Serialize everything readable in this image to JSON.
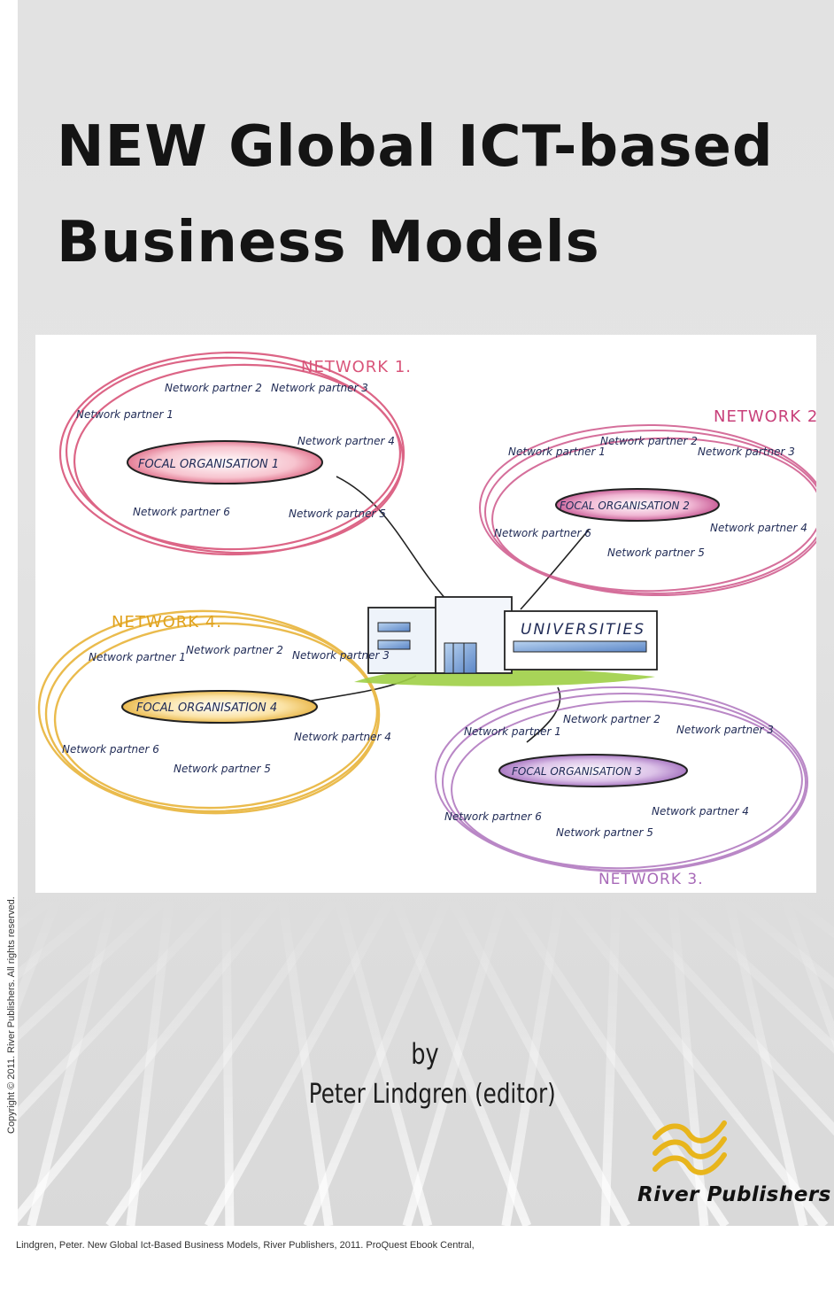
{
  "cover": {
    "title_lines": [
      "NEW Global ICT-based",
      "Business Models"
    ],
    "byline": "by",
    "editor": "Peter Lindgren (editor)",
    "publisher": "River Publishers"
  },
  "diagram": {
    "center_label": "UNIVERSITIES",
    "networks": [
      {
        "label": "NETWORK 1.",
        "color": "#d9557a",
        "focal": "FOCAL ORGANISATION 1",
        "partners": [
          "Network partner 1",
          "Network partner 2",
          "Network partner 3",
          "Network partner 4",
          "Network partner 5",
          "Network partner 6"
        ]
      },
      {
        "label": "NETWORK 2.",
        "color": "#c8407a",
        "focal": "FOCAL ORGANISATION 2",
        "partners": [
          "Network partner 1",
          "Network partner 2",
          "Network partner 3",
          "Network partner 4",
          "Network partner 5",
          "Network partner 6"
        ]
      },
      {
        "label": "NETWORK 3.",
        "color": "#a86ab8",
        "focal": "FOCAL ORGANISATION 3",
        "partners": [
          "Network partner 1",
          "Network partner 2",
          "Network partner 3",
          "Network partner 4",
          "Network partner 5",
          "Network partner 6"
        ]
      },
      {
        "label": "NETWORK 4.",
        "color": "#e8b43a",
        "focal": "FOCAL ORGANISATION 4",
        "partners": [
          "Network partner 1",
          "Network partner 2",
          "Network partner 3",
          "Network partner 4",
          "Network partner 5",
          "Network partner 6"
        ]
      }
    ]
  },
  "footer": {
    "side_copyright": "Copyright © 2011. River Publishers. All rights reserved.",
    "citation": "Lindgren, Peter. New Global Ict-Based Business Models, River Publishers, 2011. ProQuest Ebook Central,"
  },
  "colors": {
    "logo_yellow": "#e8b51c",
    "title": "#141414"
  }
}
